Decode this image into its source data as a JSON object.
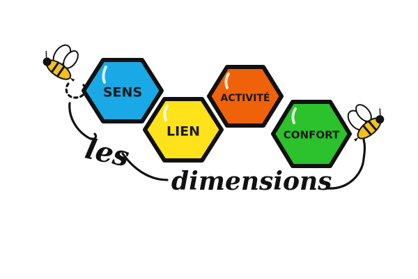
{
  "hexagons": {
    "sens": {
      "label": "SENS",
      "color": "#18a9e6",
      "highlight": "#7ad6ff"
    },
    "lien": {
      "label": "LIEN",
      "color": "#ffe21a",
      "highlight": "#fff59a"
    },
    "activite": {
      "label": "ACTIVITÉ",
      "color": "#f0620a",
      "highlight": "#ffa366"
    },
    "confort": {
      "label": "CONFORT",
      "color": "#2bc22b",
      "highlight": "#8ff28f"
    }
  },
  "title_script": {
    "les": "les",
    "dimensions": "dimensions"
  },
  "icons": {
    "bee_left": "bee-icon",
    "bee_right": "bee-icon"
  }
}
